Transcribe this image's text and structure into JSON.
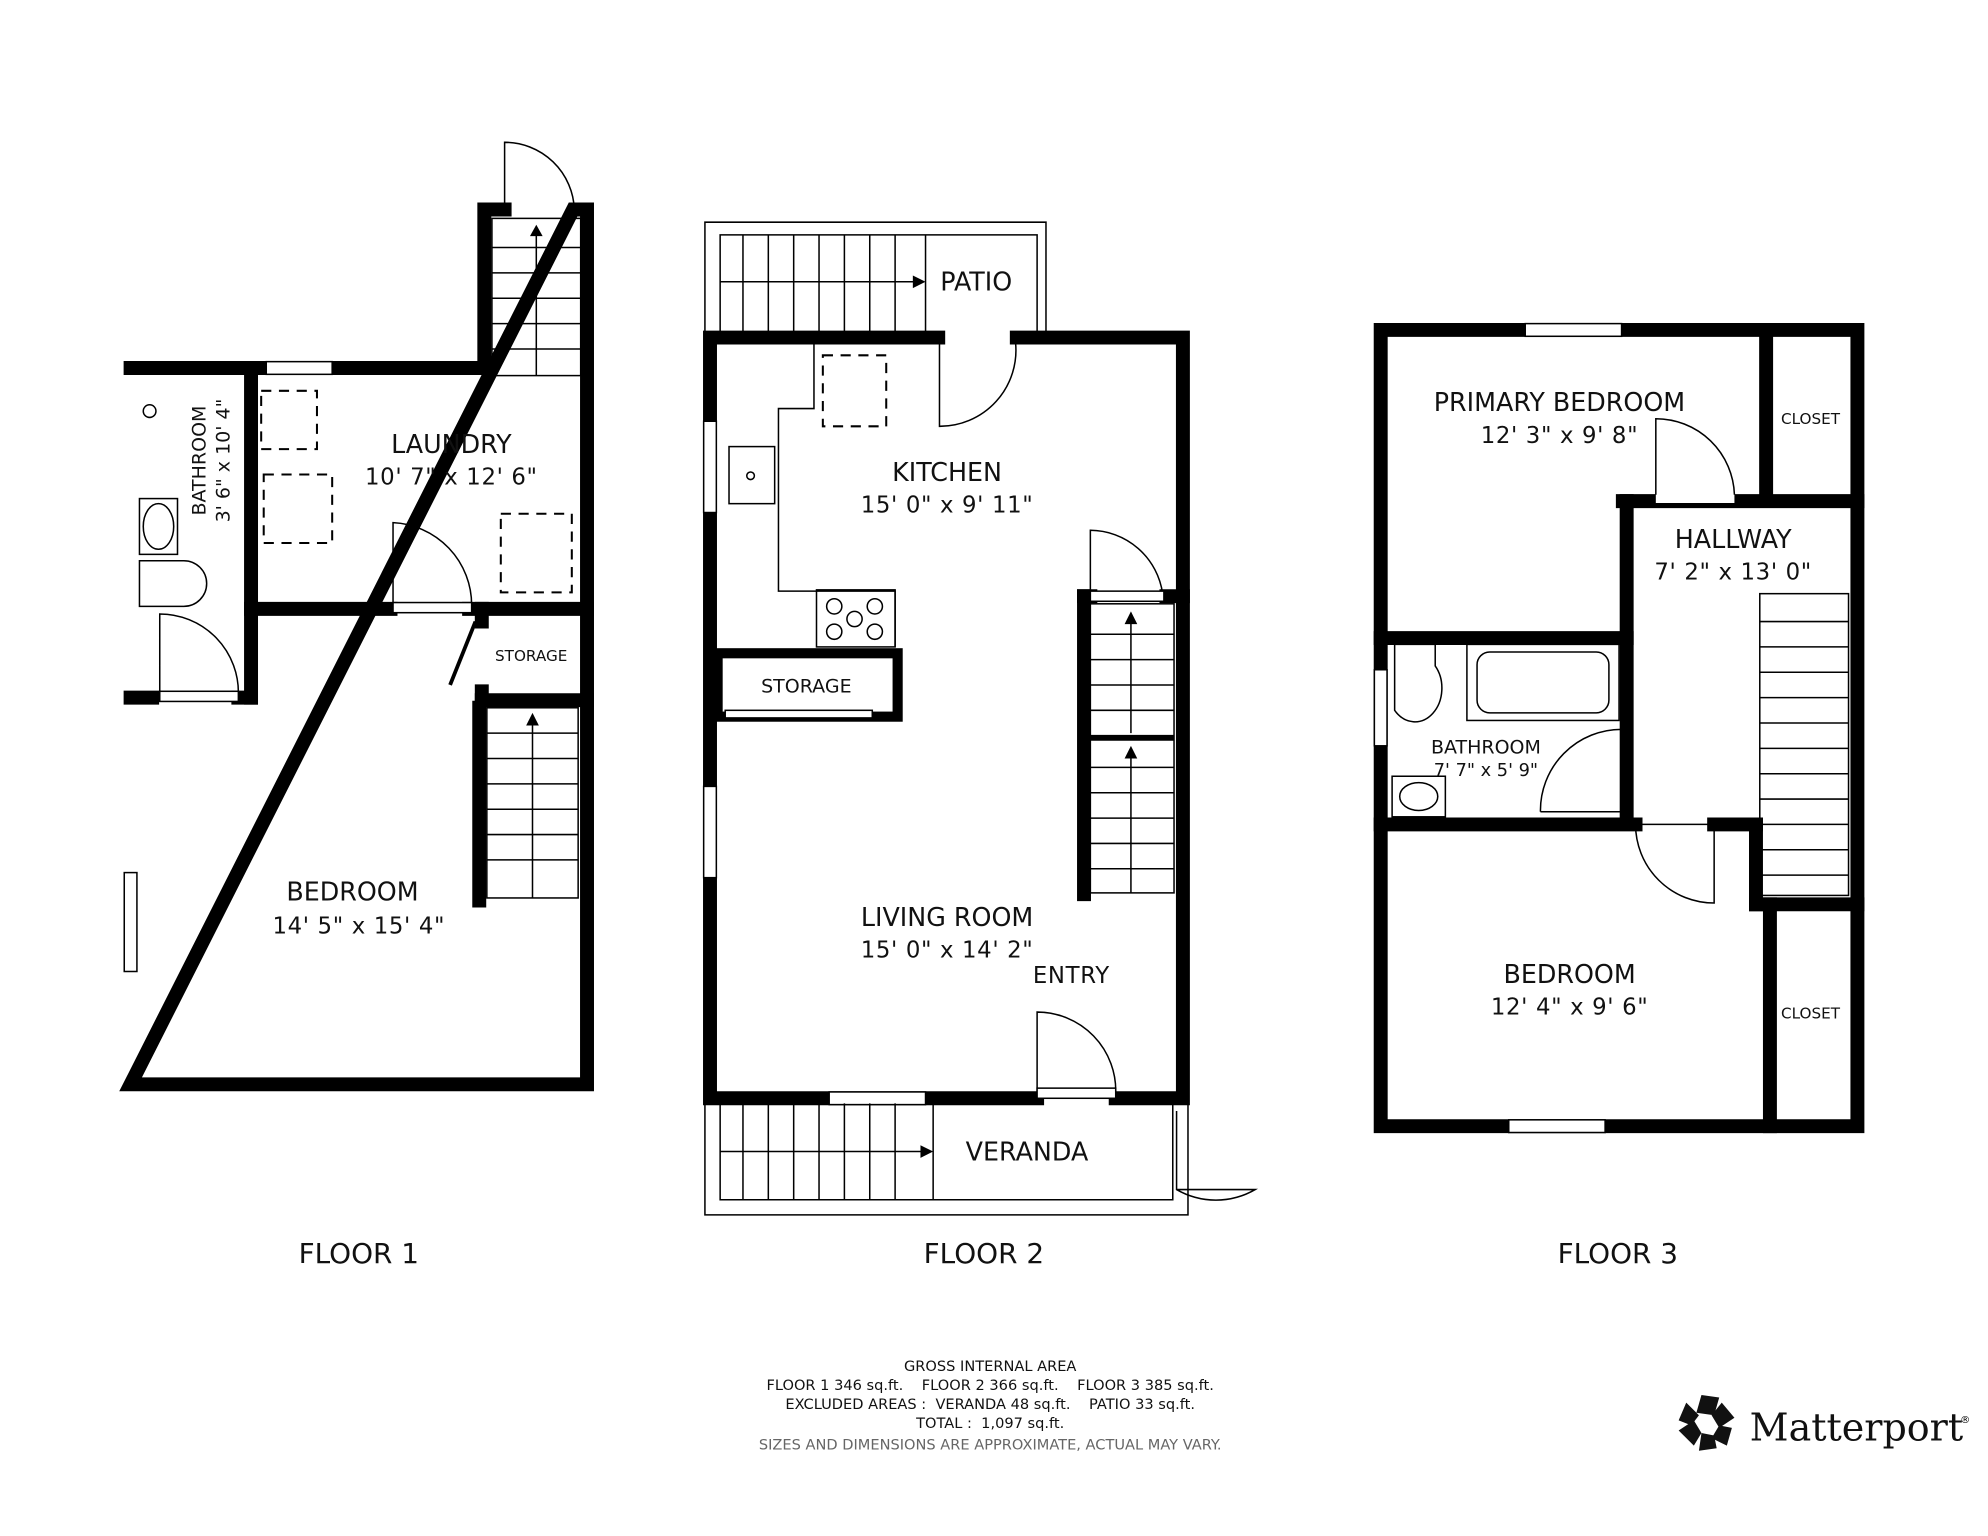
{
  "floors": [
    {
      "name": "FLOOR 1",
      "rooms": [
        {
          "name": "LAUNDRY",
          "dims": "10' 7\" x 12' 6\""
        },
        {
          "name": "BATHROOM",
          "dims": "3' 6\" x 10' 4\""
        },
        {
          "name": "STORAGE"
        },
        {
          "name": "BEDROOM",
          "dims": "14' 5\" x 15' 4\""
        }
      ]
    },
    {
      "name": "FLOOR 2",
      "rooms": [
        {
          "name": "PATIO"
        },
        {
          "name": "KITCHEN",
          "dims": "15' 0\" x 9' 11\""
        },
        {
          "name": "STORAGE"
        },
        {
          "name": "LIVING ROOM",
          "dims": "15' 0\" x 14' 2\""
        },
        {
          "name": "ENTRY"
        },
        {
          "name": "VERANDA"
        }
      ]
    },
    {
      "name": "FLOOR 3",
      "rooms": [
        {
          "name": "PRIMARY BEDROOM",
          "dims": "12' 3\" x 9' 8\""
        },
        {
          "name": "CLOSET"
        },
        {
          "name": "HALLWAY",
          "dims": "7' 2\" x 13' 0\""
        },
        {
          "name": "BATHROOM",
          "dims": "7' 7\" x 5' 9\""
        },
        {
          "name": "BEDROOM",
          "dims": "12' 4\" x 9' 6\""
        },
        {
          "name": "CLOSET"
        }
      ]
    }
  ],
  "area_summary": {
    "title": "GROSS INTERNAL AREA",
    "floors_line": "FLOOR 1 346 sq.ft.    FLOOR 2 366 sq.ft.    FLOOR 3 385 sq.ft.",
    "excluded_line": "EXCLUDED AREAS :  VERANDA 48 sq.ft.    PATIO 33 sq.ft.",
    "total_line": "TOTAL :  1,097 sq.ft.",
    "disclaimer": "SIZES AND DIMENSIONS ARE APPROXIMATE, ACTUAL MAY VARY."
  },
  "brand": {
    "name": "Matterport",
    "mark": "®"
  }
}
